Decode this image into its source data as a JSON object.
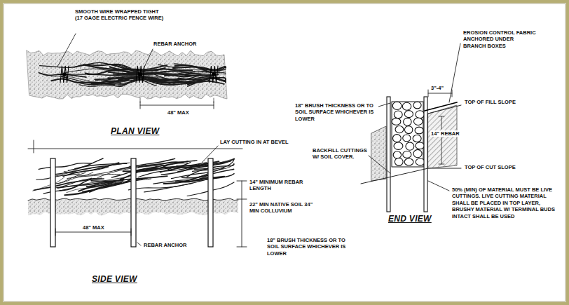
{
  "diagram": {
    "labels": [
      "SMOOTH WIRE WRAPPED TIGHT (17 GAGE ELECTRIC FENCE WIRE)",
      "REBAR ANCHOR",
      "48\" MAX",
      "PLAN VIEW",
      "LAY CUTTING IN AT BEVEL",
      "14\" MINIMUM REBAR LENGTH",
      "22\" MIN NATIVE SOIL 34\" MIN COLLUVIUM",
      "48\" MAX",
      "REBAR ANCHOR",
      "18\" BRUSH THICKNESS OR TO SOIL SURFACE WHICHEVER IS LOWER",
      "SIDE VIEW",
      "EROSION CONTROL FABRIC ANCHORED UNDER BRANCH BOXES",
      "3\"-4\"",
      "18\" BRUSH THICKNESS OR TO SOIL SURFACE WHICHEVER IS LOWER",
      "TOP OF FILL SLOPE",
      "14\" REBAR",
      "BACKFILL CUTTINGS W/ SOIL COVER.",
      "TOP OF CUT SLOPE",
      "50% (MIN) OF MATERIAL MUST BE LIVE CUTTINGS. LIVE CUTTING MATERIAL SHALL BE PLACED IN TOP LAYER, BRUSHY MATERIAL W/ TERMINAL BUDS INTACT SHALL BE USED",
      "END VIEW"
    ]
  }
}
